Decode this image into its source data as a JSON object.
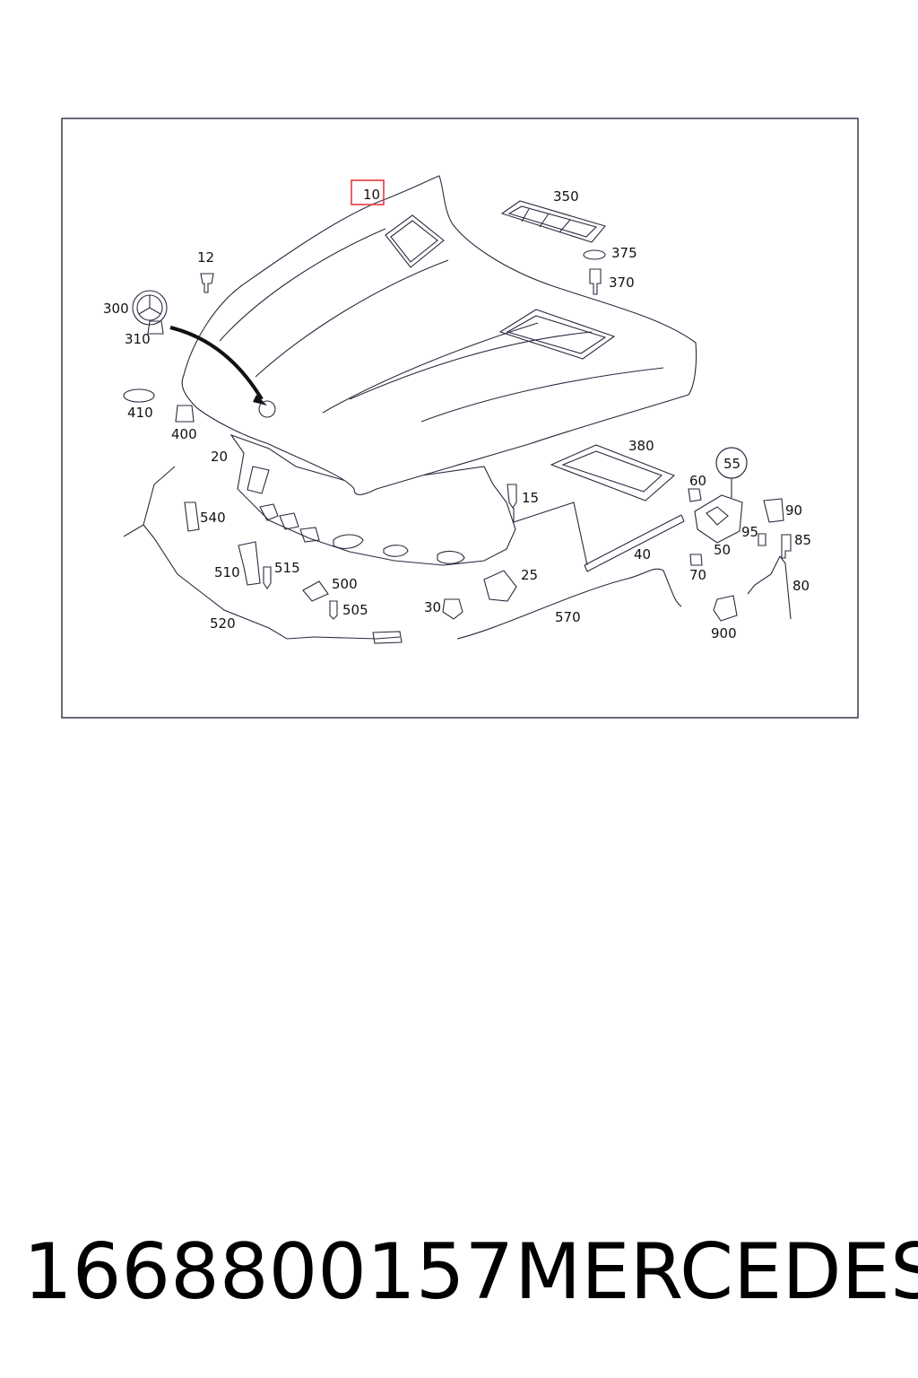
{
  "footer": {
    "part_number": "1668800157",
    "brand": "MERCEDES"
  },
  "callouts": {
    "c10": "10",
    "c12": "12",
    "c15": "15",
    "c20": "20",
    "c25": "25",
    "c30": "30",
    "c40": "40",
    "c50": "50",
    "c55": "55",
    "c60": "60",
    "c70": "70",
    "c80": "80",
    "c85": "85",
    "c90": "90",
    "c95": "95",
    "c300": "300",
    "c310": "310",
    "c350": "350",
    "c370": "370",
    "c375": "375",
    "c380": "380",
    "c400": "400",
    "c410": "410",
    "c500": "500",
    "c505": "505",
    "c510": "510",
    "c515": "515",
    "c520": "520",
    "c540": "540",
    "c570": "570",
    "c900": "900"
  },
  "highlight_color": "#e8393c"
}
